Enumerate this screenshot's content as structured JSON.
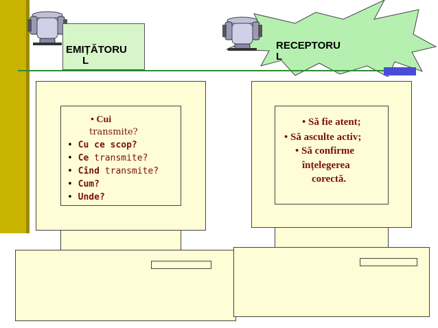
{
  "left": {
    "label_line1": "EMIȚĂTORU",
    "label_line2": "L",
    "items": [
      {
        "bullet": "•",
        "bold": "Cui",
        "rest": ""
      },
      {
        "bullet": "",
        "bold": "",
        "rest": "transmite?"
      },
      {
        "bullet": "•",
        "bold": "Cu ce scop?",
        "rest": ""
      },
      {
        "bullet": "•",
        "bold": "Ce",
        "rest": " transmite?"
      },
      {
        "bullet": "•",
        "bold": "Cînd",
        "rest": " transmite?"
      },
      {
        "bullet": "•",
        "bold": "Cum?",
        "rest": ""
      },
      {
        "bullet": "•",
        "bold": "Unde?",
        "rest": ""
      }
    ]
  },
  "right": {
    "label_line1": "RECEPTORU",
    "label_line2": "L",
    "items": [
      "• Să fie atent;",
      "• Să asculte activ;",
      "• Să confirme",
      "înțelegerea",
      "corectă."
    ]
  },
  "colors": {
    "sidebar": "#c8b400",
    "label_box": "#d6f5c8",
    "burst": "#b6f0b0",
    "monitor": "#fffdd6",
    "accent_text": "#7a0f0f"
  },
  "icons": [
    "chair-icon",
    "chair-icon"
  ]
}
